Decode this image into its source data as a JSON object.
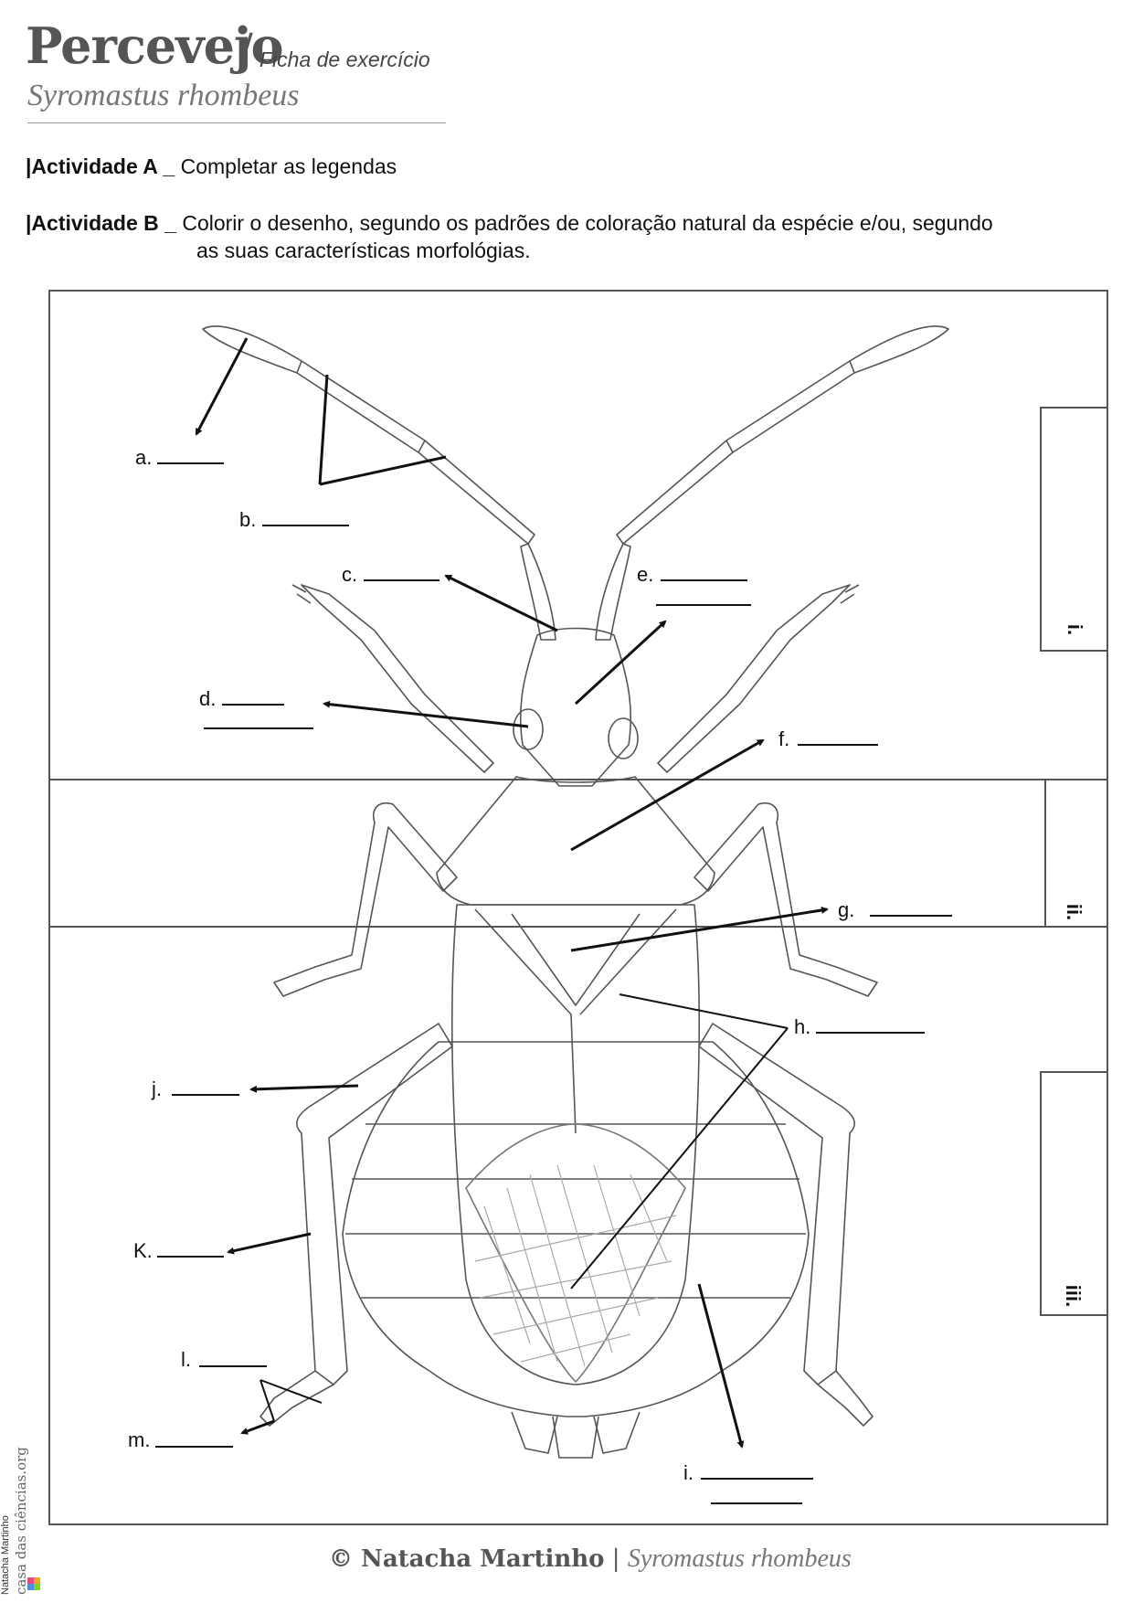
{
  "header": {
    "title": "Percevejo",
    "slash": "/",
    "subtitle": "Ficha de exercício",
    "species": "Syromastus rhombeus"
  },
  "activities": {
    "a_label": "|Actividade A _",
    "a_text": "Completar as legendas",
    "b_label": "|Actividade B _",
    "b_text_1": "Colorir o desenho, segundo os padrões de coloração natural da espécie e/ou, segundo",
    "b_text_2": "as suas características morfológias."
  },
  "labels": {
    "a": "a.",
    "b": "b.",
    "c": "c.",
    "d": "d.",
    "e": "e.",
    "f": "f.",
    "g": "g.",
    "h": "h.",
    "i": "i.",
    "j": "j.",
    "k": "K.",
    "l": "l.",
    "m": "m."
  },
  "sections": {
    "i": "i.",
    "ii": "ii.",
    "iii": "iii."
  },
  "footer": {
    "copyright": "© Natacha Martinho",
    "separator": "|",
    "species": "Syromastus rhombeus",
    "side_author": "Natacha Martinho",
    "side_site": "casa das ciências.org"
  }
}
